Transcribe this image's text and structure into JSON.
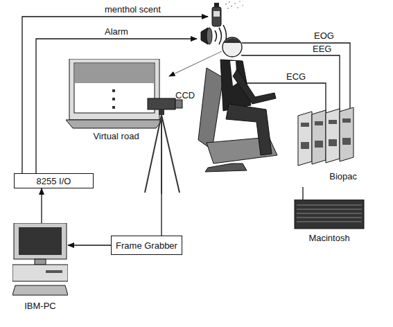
{
  "diagram": {
    "nodes": [
      {
        "text": [
          "8255 I/O"
        ]
      },
      {
        "text": [
          "Frame Grabber"
        ]
      },
      {
        "text": [
          "IBM-PC"
        ]
      },
      {
        "text": [
          "Virtual road"
        ]
      },
      {
        "text": [
          "CCD"
        ]
      },
      {
        "text": [
          "Biopac"
        ]
      },
      {
        "text": [
          "Macintosh"
        ]
      }
    ],
    "edges": [
      {
        "from": 4,
        "to": 1,
        "arrow": "none"
      },
      {
        "from": 1,
        "to": 2,
        "arrow": "to"
      },
      {
        "from": 2,
        "to": 0,
        "arrow": "to"
      },
      {
        "from": 5,
        "to": 6,
        "arrow": "none"
      }
    ],
    "labels": [
      "menthol scent",
      "Alarm",
      "EOG",
      "EEG",
      "ECG"
    ]
  }
}
